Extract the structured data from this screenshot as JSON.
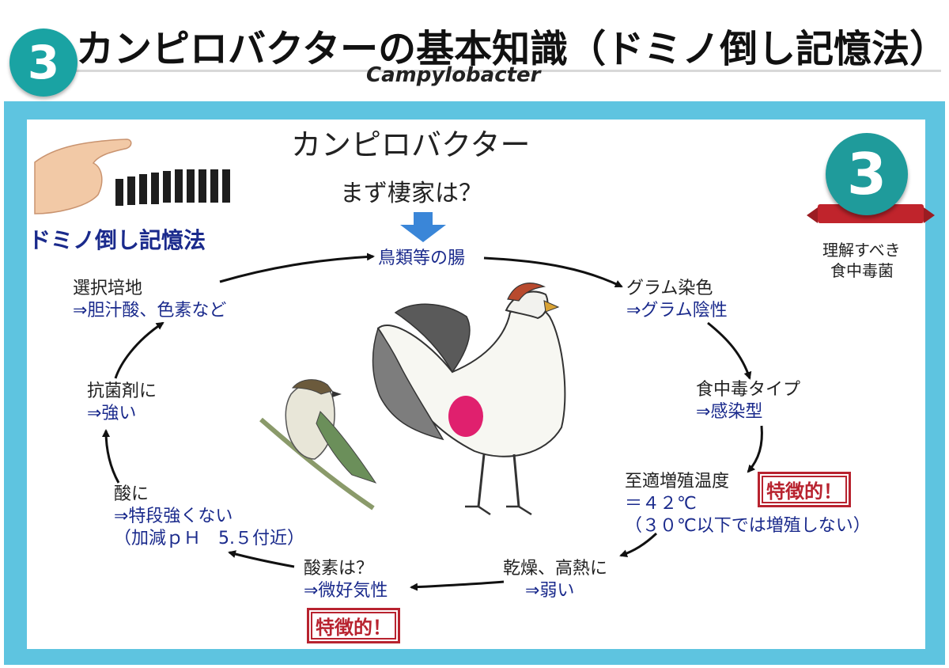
{
  "header": {
    "number": "3",
    "title": "カンピロバクターの基本知識（ドミノ倒し記憶法）",
    "subtitle": "Campylobacter"
  },
  "diagram": {
    "title": "カンピロバクター",
    "question": "まず棲家は？",
    "domino_label": "ドミノ倒し記憶法",
    "badge": {
      "number": "3",
      "line1": "理解すべき",
      "line2": "食中毒菌"
    },
    "nodes": {
      "habitat": "鳥類等の腸",
      "gram_q": "グラム染色",
      "gram_a": "⇒グラム陰性",
      "type_q": "食中毒タイプ",
      "type_a": "⇒感染型",
      "temp_q": "至適増殖温度",
      "temp_a": "＝４２℃",
      "temp_note": "（３０℃以下では増殖しない）",
      "dry_q": "乾燥、高熱に",
      "dry_a": "⇒弱い",
      "oxy_q": "酸素は？",
      "oxy_a": "⇒微好気性",
      "acid_q": "酸に",
      "acid_a": "⇒特段強くない",
      "acid_note": "（加減ｐＨ　5.５付近）",
      "anti_q": "抗菌剤に",
      "anti_a": "⇒強い",
      "medium_q": "選択培地",
      "medium_a": "⇒胆汁酸、色素など"
    },
    "stamp_text": "特徴的！"
  },
  "colors": {
    "frame": "#5ec4e0",
    "teal": "#1aa3a3",
    "stamp": "#b8232f",
    "text_blue": "#1a2a8c",
    "arrow_blue": "#3a86d8"
  }
}
